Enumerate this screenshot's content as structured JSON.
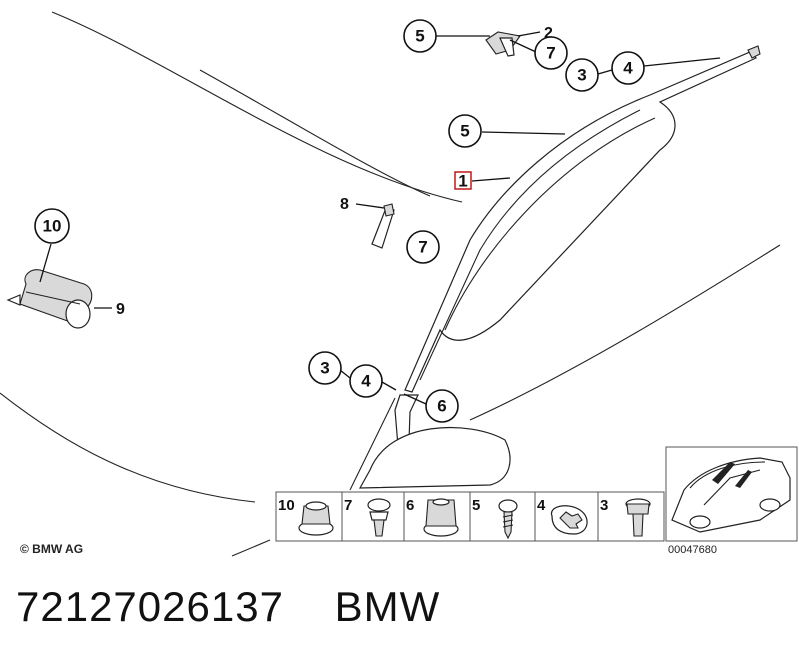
{
  "callouts": {
    "airbag_main": "1",
    "clip_top": "2",
    "nut_top_a": "3",
    "washer_top": "4",
    "screw_top": "5",
    "screw_mid": "5",
    "clip_top_b": "7",
    "bracket": "8",
    "cover": "9",
    "nut_left": "10",
    "clip_mid": "7",
    "nut_bottom": "3",
    "washer_bottom": "4",
    "hex_nut": "6"
  },
  "legend": {
    "items": [
      "10",
      "7",
      "6",
      "5",
      "4",
      "3"
    ]
  },
  "diagram_id": "00047680",
  "copyright": "© BMW AG",
  "caption": {
    "part_number": "72127026137",
    "brand": "BMW"
  }
}
